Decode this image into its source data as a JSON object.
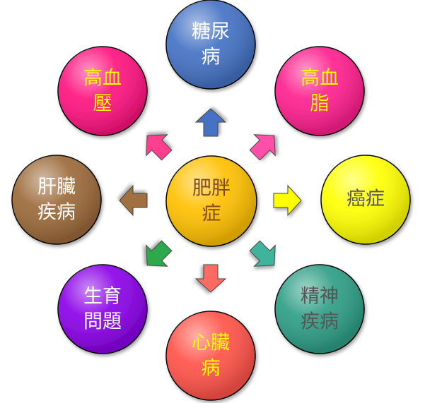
{
  "center": {
    "line1": "肥胖",
    "line2": "症",
    "color": "#FFC000",
    "text_color": "#7F4C1A"
  },
  "nodes": [
    {
      "id": "diabetes",
      "line1": "糖尿",
      "line2": "病",
      "color": "#4472C4",
      "text_color": "#FFFFFF",
      "arrow_color": "#4472C4"
    },
    {
      "id": "hyperlipidemia",
      "line1": "高血",
      "line2": "脂",
      "color": "#FF1F8E",
      "text_color": "#FFFF00",
      "arrow_color": "#FF4FA8"
    },
    {
      "id": "cancer",
      "line1": "癌症",
      "line2": "",
      "color": "#FFFF00",
      "text_color": "#555555",
      "arrow_color": "#FFFF00"
    },
    {
      "id": "mental-illness",
      "line1": "精神",
      "line2": "疾病",
      "color": "#2E9E85",
      "text_color": "#555555",
      "arrow_color": "#3FB39C"
    },
    {
      "id": "heart-disease",
      "line1": "心臟",
      "line2": "病",
      "color": "#FF5349",
      "text_color": "#FFFF00",
      "arrow_color": "#FF6B63"
    },
    {
      "id": "fertility",
      "line1": "生育",
      "line2": "問題",
      "color": "#8B00E8",
      "text_color": "#FFFFFF",
      "arrow_color": "#2EA84E"
    },
    {
      "id": "liver-disease",
      "line1": "肝臟",
      "line2": "疾病",
      "color": "#9C6A3A",
      "text_color": "#FFFFFF",
      "arrow_color": "#A0703F"
    },
    {
      "id": "hypertension",
      "line1": "高血",
      "line2": "壓",
      "color": "#FF1480",
      "text_color": "#FFFF00",
      "arrow_color": "#FF3F8F"
    }
  ]
}
